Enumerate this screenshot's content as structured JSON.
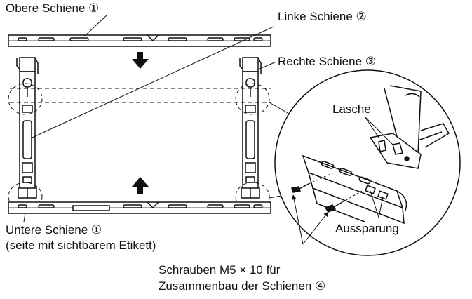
{
  "labels": {
    "top_rail": "Obere Schiene ①",
    "left_rail": "Linke Schiene ②",
    "right_rail": "Rechte Schiene ③",
    "tab": "Lasche",
    "recess": "Aussparung",
    "bottom_rail_line1": "Untere Schiene ①",
    "bottom_rail_line2": "(seite mit sichtbarem Etikett)",
    "screws_line1": "Schrauben M5 × 10 für",
    "screws_line2": "Zusammenbau der Schienen ④"
  }
}
